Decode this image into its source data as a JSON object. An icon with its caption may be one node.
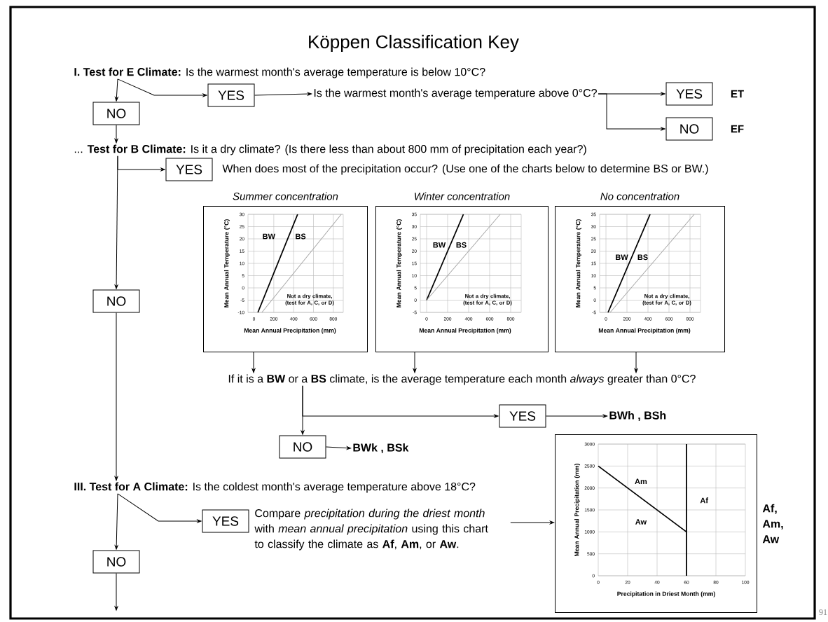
{
  "diagram": {
    "title": "Köppen Classification Key",
    "nodes": [
      {
        "text": [
          "**I. Test for E Climate:** Is the warmest month's average temperature is below 10°C?"
        ]
      },
      {
        "text": [
          "YES"
        ]
      },
      {
        "text": [
          "Is the warmest month's average temperature above 0°C?"
        ]
      },
      {
        "text": [
          "YES"
        ],
        "beside": [
          "ET"
        ]
      },
      {
        "text": [
          "NO"
        ],
        "beside": [
          "EF"
        ]
      },
      {
        "text": [
          "NO"
        ]
      },
      {
        "text": [
          "... **Test for B Climate:** Is it a dry climate? (Is there less than about 800 mm of precipitation each year?)"
        ]
      },
      {
        "text": [
          "YES"
        ]
      },
      {
        "text": [
          "When does most of the precipitation occur? (Use one of the charts below to determine BS or BW.)"
        ]
      },
      {
        "text": [
          "Summer concentration"
        ]
      },
      {
        "text": [
          "Winter concentration"
        ]
      },
      {
        "text": [
          "No concentration"
        ]
      },
      {
        "text": [
          "NO"
        ]
      },
      {
        "text": [
          "If it is a **BW** or a **BS** climate, is the average temperature each month *always* greater than 0°C?"
        ]
      },
      {
        "text": [
          "YES"
        ]
      },
      {
        "text": [
          "BWh , BSh"
        ]
      },
      {
        "text": [
          "NO"
        ]
      },
      {
        "text": [
          "BWk , BSk"
        ]
      },
      {
        "text": [
          "**III. Test for A Climate:** Is the coldest month's average temperature above 18°C?"
        ]
      },
      {
        "text": [
          "YES"
        ]
      },
      {
        "text": [
          "Compare *precipitation during the driest month* with *mean annual precipitation* using this chart to classify the climate as **Af**, **Am**, or **Aw**."
        ]
      },
      {
        "text": [],
        "shape": "box",
        "beside": [
          "Af, Am, Aw"
        ]
      },
      {
        "text": [
          "NO"
        ]
      }
    ],
    "edges": [
      {
        "from": 0,
        "to": 5,
        "arrow": "to"
      },
      {
        "from": 0,
        "to": 1,
        "arrow": "to"
      },
      {
        "from": 1,
        "to": 2,
        "arrow": "to"
      },
      {
        "from": 2,
        "to": 3,
        "arrow": "to"
      },
      {
        "from": 2,
        "to": 4,
        "arrow": "to"
      },
      {
        "from": 5,
        "to": 6,
        "arrow": "to"
      },
      {
        "from": 6,
        "to": 7,
        "arrow": "to"
      },
      {
        "from": 6,
        "to": 12,
        "arrow": "to"
      },
      {
        "from": 9,
        "to": 13,
        "arrow": "to"
      },
      {
        "from": 10,
        "to": 13,
        "arrow": "to"
      },
      {
        "from": 11,
        "to": 13,
        "arrow": "to"
      },
      {
        "from": 12,
        "to": 18,
        "arrow": "to"
      },
      {
        "from": 13,
        "to": 14,
        "arrow": "to"
      },
      {
        "from": 13,
        "to": 16,
        "arrow": "to"
      },
      {
        "from": 14,
        "to": 15,
        "arrow": "to"
      },
      {
        "from": 16,
        "to": 17,
        "arrow": "to"
      },
      {
        "from": 18,
        "to": 19,
        "arrow": "to"
      },
      {
        "from": 18,
        "to": 22,
        "arrow": "to"
      },
      {
        "from": 20,
        "to": 21,
        "arrow": "to"
      },
      {
        "from": 22,
        "to": null,
        "arrow": "to"
      }
    ],
    "labels": [
      "Mean Annual Temperature (°C)",
      "30",
      "25",
      "20",
      "15",
      "10",
      "5",
      "0",
      "-5",
      "-10",
      "BW",
      "BS",
      "Not a dry climate, (test for A, C, or D)",
      "0",
      "200",
      "400",
      "600",
      "800",
      "Mean Annual Precipitation (mm)",
      "Mean Annual Temperature (°C)",
      "35",
      "30",
      "25",
      "20",
      "15",
      "10",
      "5",
      "0",
      "-5",
      "BW",
      "BS",
      "Not a dry climate, (test for A, C, or D)",
      "0",
      "200",
      "400",
      "600",
      "800",
      "Mean Annual Precipitation (mm)",
      "Mean Annual Temperature (°C)",
      "35",
      "30",
      "25",
      "20",
      "15",
      "10",
      "5",
      "0",
      "-5",
      "BW",
      "BS",
      "Not a dry climate, (test for A, C, or D)",
      "0",
      "200",
      "400",
      "600",
      "800",
      "Mean Annual Precipitation (mm)",
      "Mean Annual Precipitation (mm)",
      "3000",
      "2500",
      "2000",
      "1500",
      "1000",
      "500",
      "0",
      "Am",
      "Af",
      "Aw",
      "0",
      "20",
      "40",
      "60",
      "80",
      "100",
      "Precipitation in Driest Month (mm)",
      "91"
    ]
  }
}
